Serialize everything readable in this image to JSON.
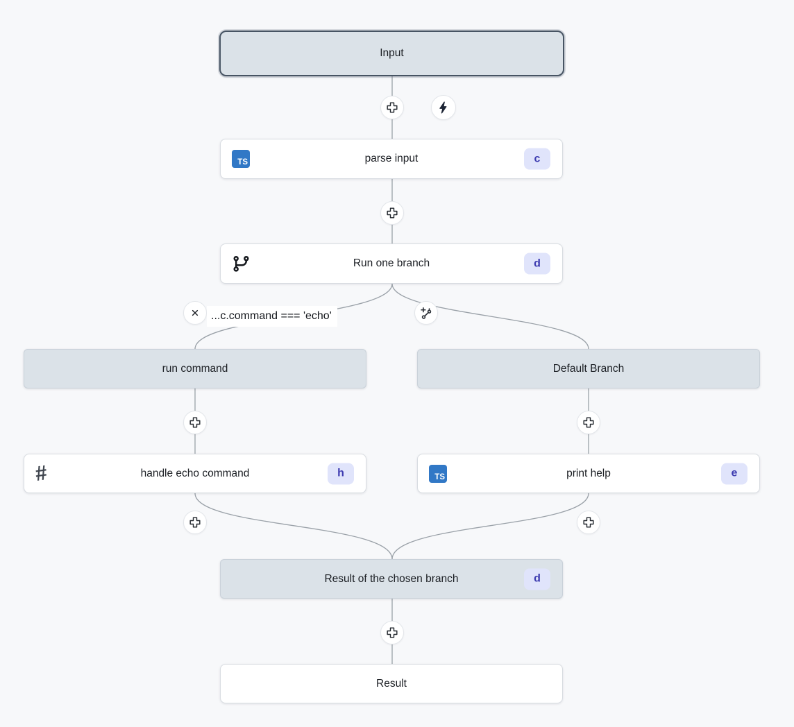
{
  "app": {
    "view": "flow-editor-canvas"
  },
  "colors": {
    "background": "#f7f8fa",
    "edge": "#9aa1a8",
    "node_background": "#ffffff",
    "header_fill": "#dbe2e8",
    "selected_border": "#475463",
    "badge_background": "#e0e4fb",
    "badge_text": "#3d3bb0",
    "typescript_blue": "#3178c6",
    "dark_icon": "#1c2434"
  },
  "icons": {
    "typescript_label": "TS",
    "hash_label": "#"
  },
  "nodes": {
    "input": {
      "label": "Input"
    },
    "parse_input": {
      "label": "parse input",
      "badge": "c"
    },
    "run_one_branch": {
      "label": "Run one branch",
      "badge": "d"
    },
    "branch_condition": {
      "label": "...c.command === 'echo'"
    },
    "run_command": {
      "label": "run command"
    },
    "handle_echo_command": {
      "label": "handle echo command",
      "badge": "h"
    },
    "default_branch": {
      "label": "Default Branch"
    },
    "print_help": {
      "label": "print help",
      "badge": "e"
    },
    "result_of_chosen_branch": {
      "label": "Result of the chosen branch",
      "badge": "d"
    },
    "result": {
      "label": "Result"
    }
  }
}
